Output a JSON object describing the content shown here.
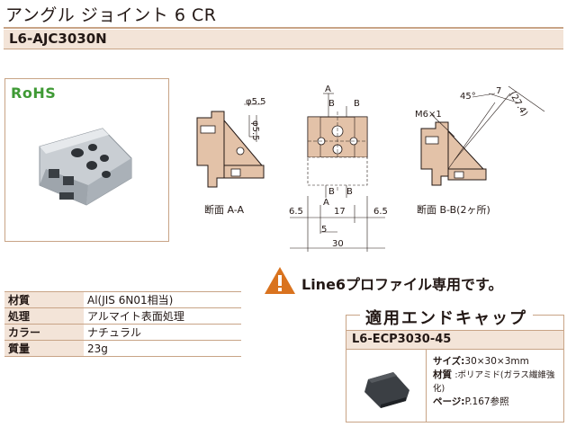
{
  "title": "アングル ジョイント 6 CR",
  "product_code": "L6-AJC3030N",
  "rohs": "RoHS",
  "drawing": {
    "caption_aa": "断面 A-A",
    "caption_bb": "断面 B-B(2ヶ所)",
    "dim_phi55_a": "φ5.5",
    "dim_phi55_b": "φ5.5",
    "label_a1": "A",
    "label_a2": "A",
    "label_b1": "B",
    "label_b2": "B",
    "label_b3": "B",
    "label_b4": "B",
    "dim_65_left": "6.5",
    "dim_17": "17",
    "dim_65_right": "6.5",
    "dim_5": "5",
    "dim_30": "30",
    "dim_45deg": "45°",
    "dim_7": "7",
    "dim_274": "(27.4)",
    "dim_m6": "M6×1"
  },
  "notice": "Line6プロファイル専用です。",
  "specs": [
    {
      "key": "材質",
      "value": "Al(JIS 6N01相当)"
    },
    {
      "key": "処理",
      "value": "アルマイト表面処理"
    },
    {
      "key": "カラー",
      "value": "ナチュラル"
    },
    {
      "key": "質量",
      "value": "23g"
    }
  ],
  "endcap": {
    "title": "適用エンドキャップ",
    "code": "L6-ECP3030-45",
    "size_label": "サイズ:",
    "size_value": "30×30×3mm",
    "material_label": "材質",
    "material_value": ":ポリアミド(ガラス繊維強化)",
    "page_label": "ページ:",
    "page_value": "P.167参照"
  },
  "colors": {
    "accent": "#c8a486",
    "header_fill": "#f3e4d8",
    "part": "#e3c2a8",
    "rohs": "#3f9a35",
    "warn": "#d9731f"
  }
}
